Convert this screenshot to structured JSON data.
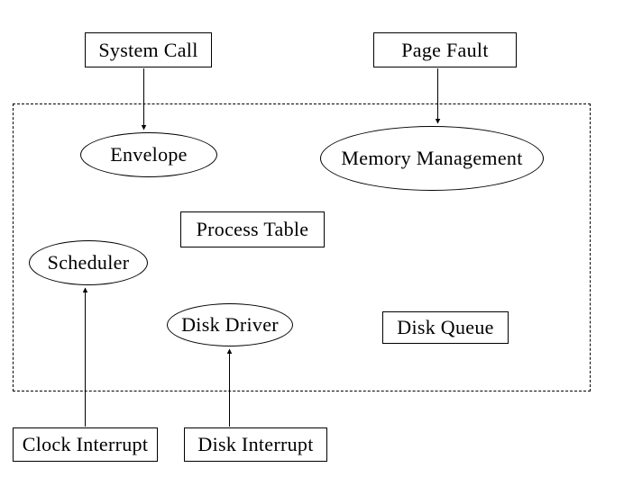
{
  "diagram": {
    "title": "",
    "colors": {
      "background": "#ffffff",
      "stroke": "#000000"
    },
    "boundary": {
      "name": "kernel-boundary",
      "line_style": "dashed"
    },
    "nodes": {
      "system_call": {
        "label": "System Call",
        "shape": "rect",
        "inside_boundary": false
      },
      "page_fault": {
        "label": "Page Fault",
        "shape": "rect",
        "inside_boundary": false
      },
      "envelope": {
        "label": "Envelope",
        "shape": "ellipse",
        "inside_boundary": true
      },
      "memory_mgmt": {
        "label": "Memory Management",
        "shape": "ellipse",
        "inside_boundary": true
      },
      "process_table": {
        "label": "Process Table",
        "shape": "rect",
        "inside_boundary": true
      },
      "scheduler": {
        "label": "Scheduler",
        "shape": "ellipse",
        "inside_boundary": true
      },
      "disk_driver": {
        "label": "Disk Driver",
        "shape": "ellipse",
        "inside_boundary": true
      },
      "disk_queue": {
        "label": "Disk Queue",
        "shape": "rect",
        "inside_boundary": true
      },
      "clock_interrupt": {
        "label": "Clock Interrupt",
        "shape": "rect",
        "inside_boundary": false
      },
      "disk_interrupt": {
        "label": "Disk Interrupt",
        "shape": "rect",
        "inside_boundary": false
      }
    },
    "edges": [
      {
        "from": "System Call",
        "to": "Envelope",
        "direction": "down"
      },
      {
        "from": "Page Fault",
        "to": "Memory Management",
        "direction": "down"
      },
      {
        "from": "Clock Interrupt",
        "to": "Scheduler",
        "direction": "up"
      },
      {
        "from": "Disk Interrupt",
        "to": "Disk Driver",
        "direction": "up"
      }
    ]
  }
}
